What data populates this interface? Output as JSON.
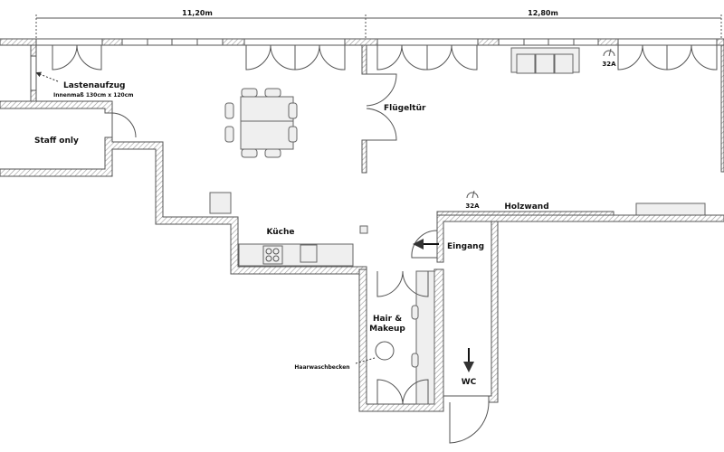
{
  "dimensions": {
    "left_width": "11,20m",
    "right_width": "12,80m"
  },
  "rooms": {
    "elevator": "Lastenaufzug",
    "elevator_note": "Innenmaß 130cm x 120cm",
    "staff": "Staff only",
    "wing_door": "Flügeltür",
    "kitchen": "Küche",
    "entrance": "Eingang",
    "wood_wall": "Holzwand",
    "hair_line1": "Hair &",
    "hair_line2": "Makeup",
    "hair_sink": "Haarwaschbecken",
    "wc": "WC"
  },
  "outlets": [
    "32A",
    "32A"
  ],
  "colors": {
    "wall_stroke": "#555555",
    "furniture_fill": "#efefef"
  }
}
